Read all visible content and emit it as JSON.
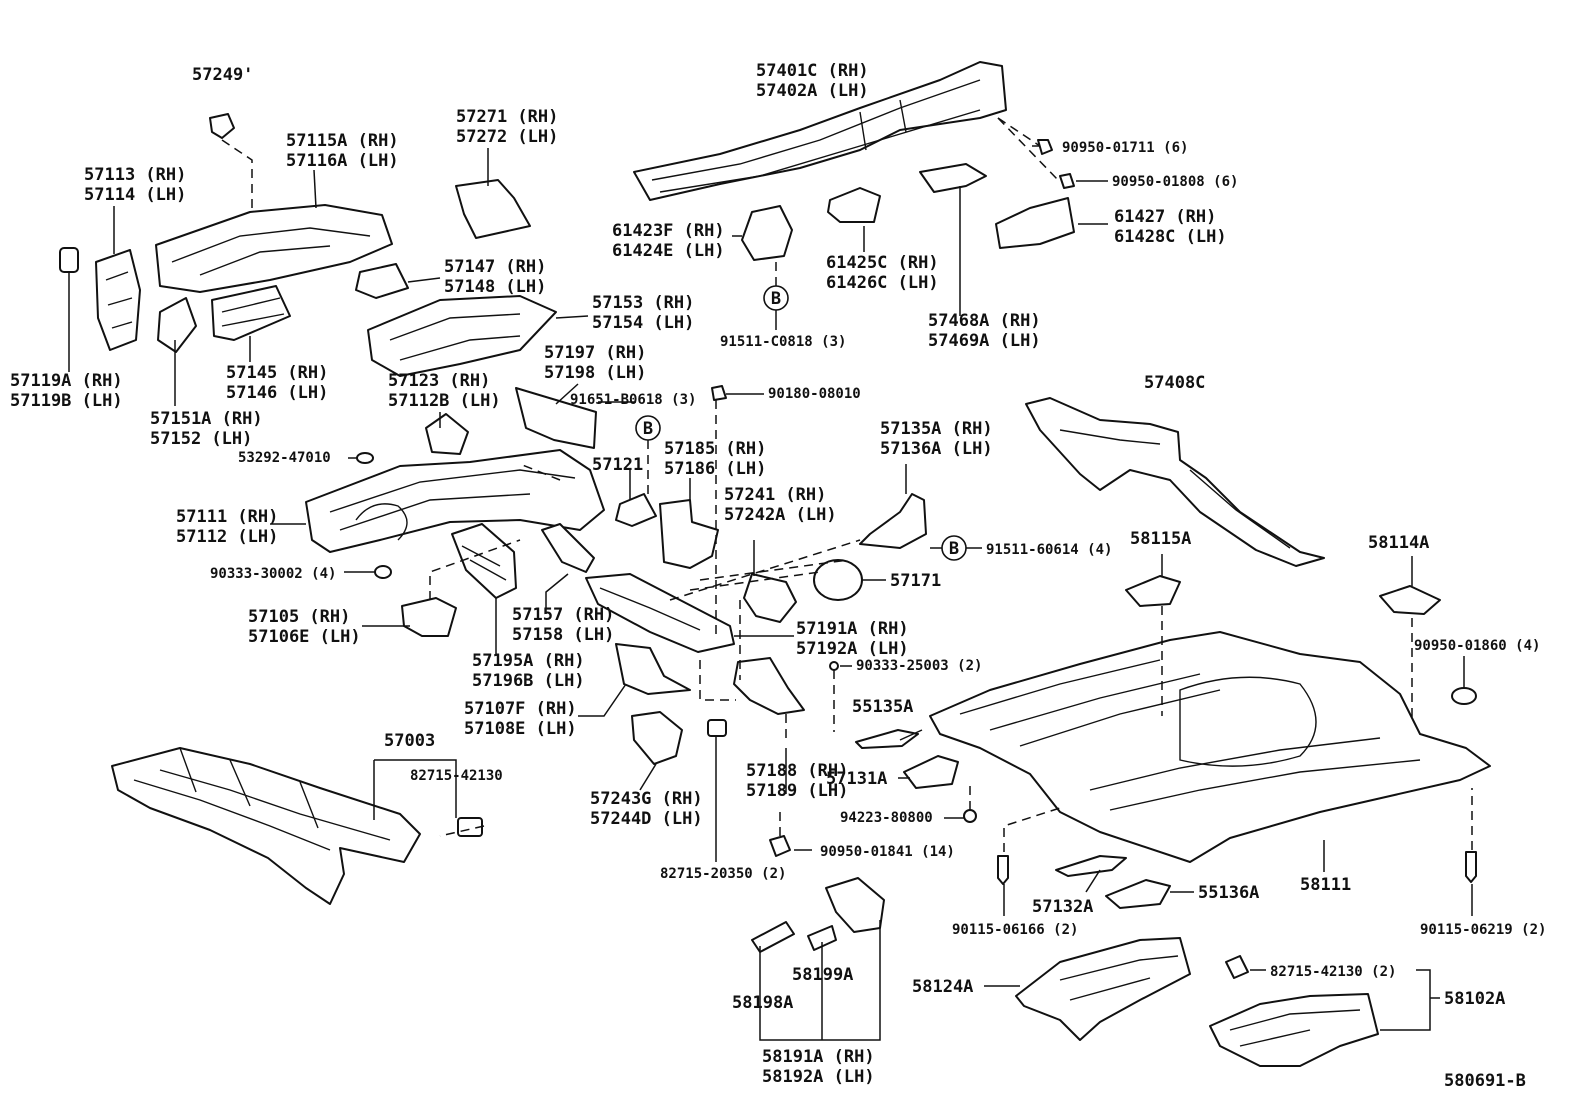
{
  "diagram_id": "580691-B",
  "ref_mark": "B",
  "labels": {
    "l57249": "57249'",
    "l57115A": "57115A (RH)",
    "l57116A": "57116A (LH)",
    "l57271": "57271 (RH)",
    "l57272": "57272 (LH)",
    "l57113": "57113 (RH)",
    "l57114": "57114 (LH)",
    "l57147": "57147 (RH)",
    "l57148": "57148 (LH)",
    "l57153": "57153 (RH)",
    "l57154": "57154 (LH)",
    "l57119A": "57119A (RH)",
    "l57119B": "57119B (LH)",
    "l57145": "57145 (RH)",
    "l57146": "57146 (LH)",
    "l57151A": "57151A (RH)",
    "l57152": "57152  (LH)",
    "l57197": "57197 (RH)",
    "l57198": "57198 (LH)",
    "l57123": "57123  (RH)",
    "l57112B": "57112B (LH)",
    "l91651": "91651-B0618 (3)",
    "l53292": "53292-47010",
    "l57121": "57121",
    "l57185": "57185 (RH)",
    "l57186": "57186 (LH)",
    "l57111": "57111 (RH)",
    "l57112": "57112 (LH)",
    "l90333a": "90333-30002 (4)",
    "l57105": "57105  (RH)",
    "l57106E": "57106E (LH)",
    "l57195A": "57195A (RH)",
    "l57196B": "57196B (LH)",
    "l57157": "57157 (RH)",
    "l57158": "57158 (LH)",
    "l57107F": "57107F (RH)",
    "l57108E": "57108E (LH)",
    "l57003": "57003",
    "l82715a": "82715-42130",
    "l57243G": "57243G (RH)",
    "l57244D": "57244D (LH)",
    "l82715b": "82715-20350 (2)",
    "l57401C": "57401C (RH)",
    "l57402A": "57402A (LH)",
    "l90950a": "90950-01711 (6)",
    "l90950b": "90950-01808 (6)",
    "l61423F": "61423F (RH)",
    "l61424E": "61424E (LH)",
    "l61427": "61427  (RH)",
    "l61428C": "61428C (LH)",
    "l61425C": "61425C (RH)",
    "l61426C": "61426C (LH)",
    "l57468A": "57468A (RH)",
    "l57469A": "57469A (LH)",
    "l91511a": "91511-C0818 (3)",
    "l90180": "90180-08010",
    "l57408C": "57408C",
    "l57135A": "57135A (RH)",
    "l57136A": "57136A (LH)",
    "l57241": "57241  (RH)",
    "l57242A": "57242A (LH)",
    "l91511b": "91511-60614 (4)",
    "l57171": "57171",
    "l58115A": "58115A",
    "l58114A": "58114A",
    "l57191A": "57191A (RH)",
    "l57192A": "57192A (LH)",
    "l90333b": "90333-25003 (2)",
    "l90950c": "90950-01860 (4)",
    "l55135A": "55135A",
    "l57131A": "57131A",
    "l57188": "57188 (RH)",
    "l57189": "57189 (LH)",
    "l94223": "94223-80800",
    "l90950d": "90950-01841 (14)",
    "l58111": "58111",
    "l57132A": "57132A",
    "l55136A": "55136A",
    "l90115a": "90115-06166 (2)",
    "l90115b": "90115-06219 (2)",
    "l58199A": "58199A",
    "l58198A": "58198A",
    "l58124A": "58124A",
    "l82715c": "82715-42130 (2)",
    "l58102A": "58102A",
    "l58191A": "58191A (RH)",
    "l58192A": "58192A (LH)",
    "l580691": "580691-B"
  }
}
